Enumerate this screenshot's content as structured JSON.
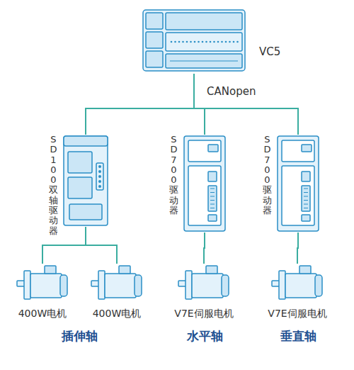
{
  "diagram": {
    "nodes": [
      {
        "text": [
          "VC5"
        ]
      },
      {
        "text": [
          "SD100双轴驱动器"
        ]
      },
      {
        "text": [
          "SD700驱动器"
        ]
      },
      {
        "text": [
          "SD700驱动器"
        ]
      },
      {
        "text": [
          "400W电机"
        ]
      },
      {
        "text": [
          "400W电机"
        ]
      },
      {
        "text": [
          "V7E伺服电机"
        ]
      },
      {
        "text": [
          "V7E伺服电机"
        ]
      }
    ],
    "edges": [
      {
        "from": 0,
        "to": 1,
        "arrow": "none"
      },
      {
        "from": 0,
        "to": 2,
        "arrow": "none"
      },
      {
        "from": 0,
        "to": 3,
        "arrow": "none"
      },
      {
        "from": 1,
        "to": 4,
        "arrow": "none"
      },
      {
        "from": 1,
        "to": 5,
        "arrow": "none"
      },
      {
        "from": 2,
        "to": 6,
        "arrow": "none"
      },
      {
        "from": 3,
        "to": 7,
        "arrow": "none"
      }
    ],
    "labels": [
      "CANopen",
      "插伸轴",
      "水平轴",
      "垂直轴"
    ]
  }
}
